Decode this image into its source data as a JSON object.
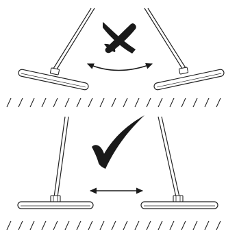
{
  "diagram": {
    "panels": [
      {
        "id": "incorrect",
        "mark_icon": "cross-icon",
        "arrow_icon": "curved-double-arrow-icon",
        "tools": [
          "tilted-tool-left",
          "tilted-tool-right"
        ]
      },
      {
        "id": "correct",
        "mark_icon": "checkmark-icon",
        "arrow_icon": "straight-double-arrow-icon",
        "tools": [
          "flat-tool-left",
          "flat-tool-right"
        ]
      }
    ],
    "floor_icon": "hatched-surface-icon",
    "colors": {
      "ink": "#1a1a1a",
      "outline": "#222222",
      "tool_fill": "#ffffff",
      "tool_shade": "#e6e6e6"
    }
  }
}
